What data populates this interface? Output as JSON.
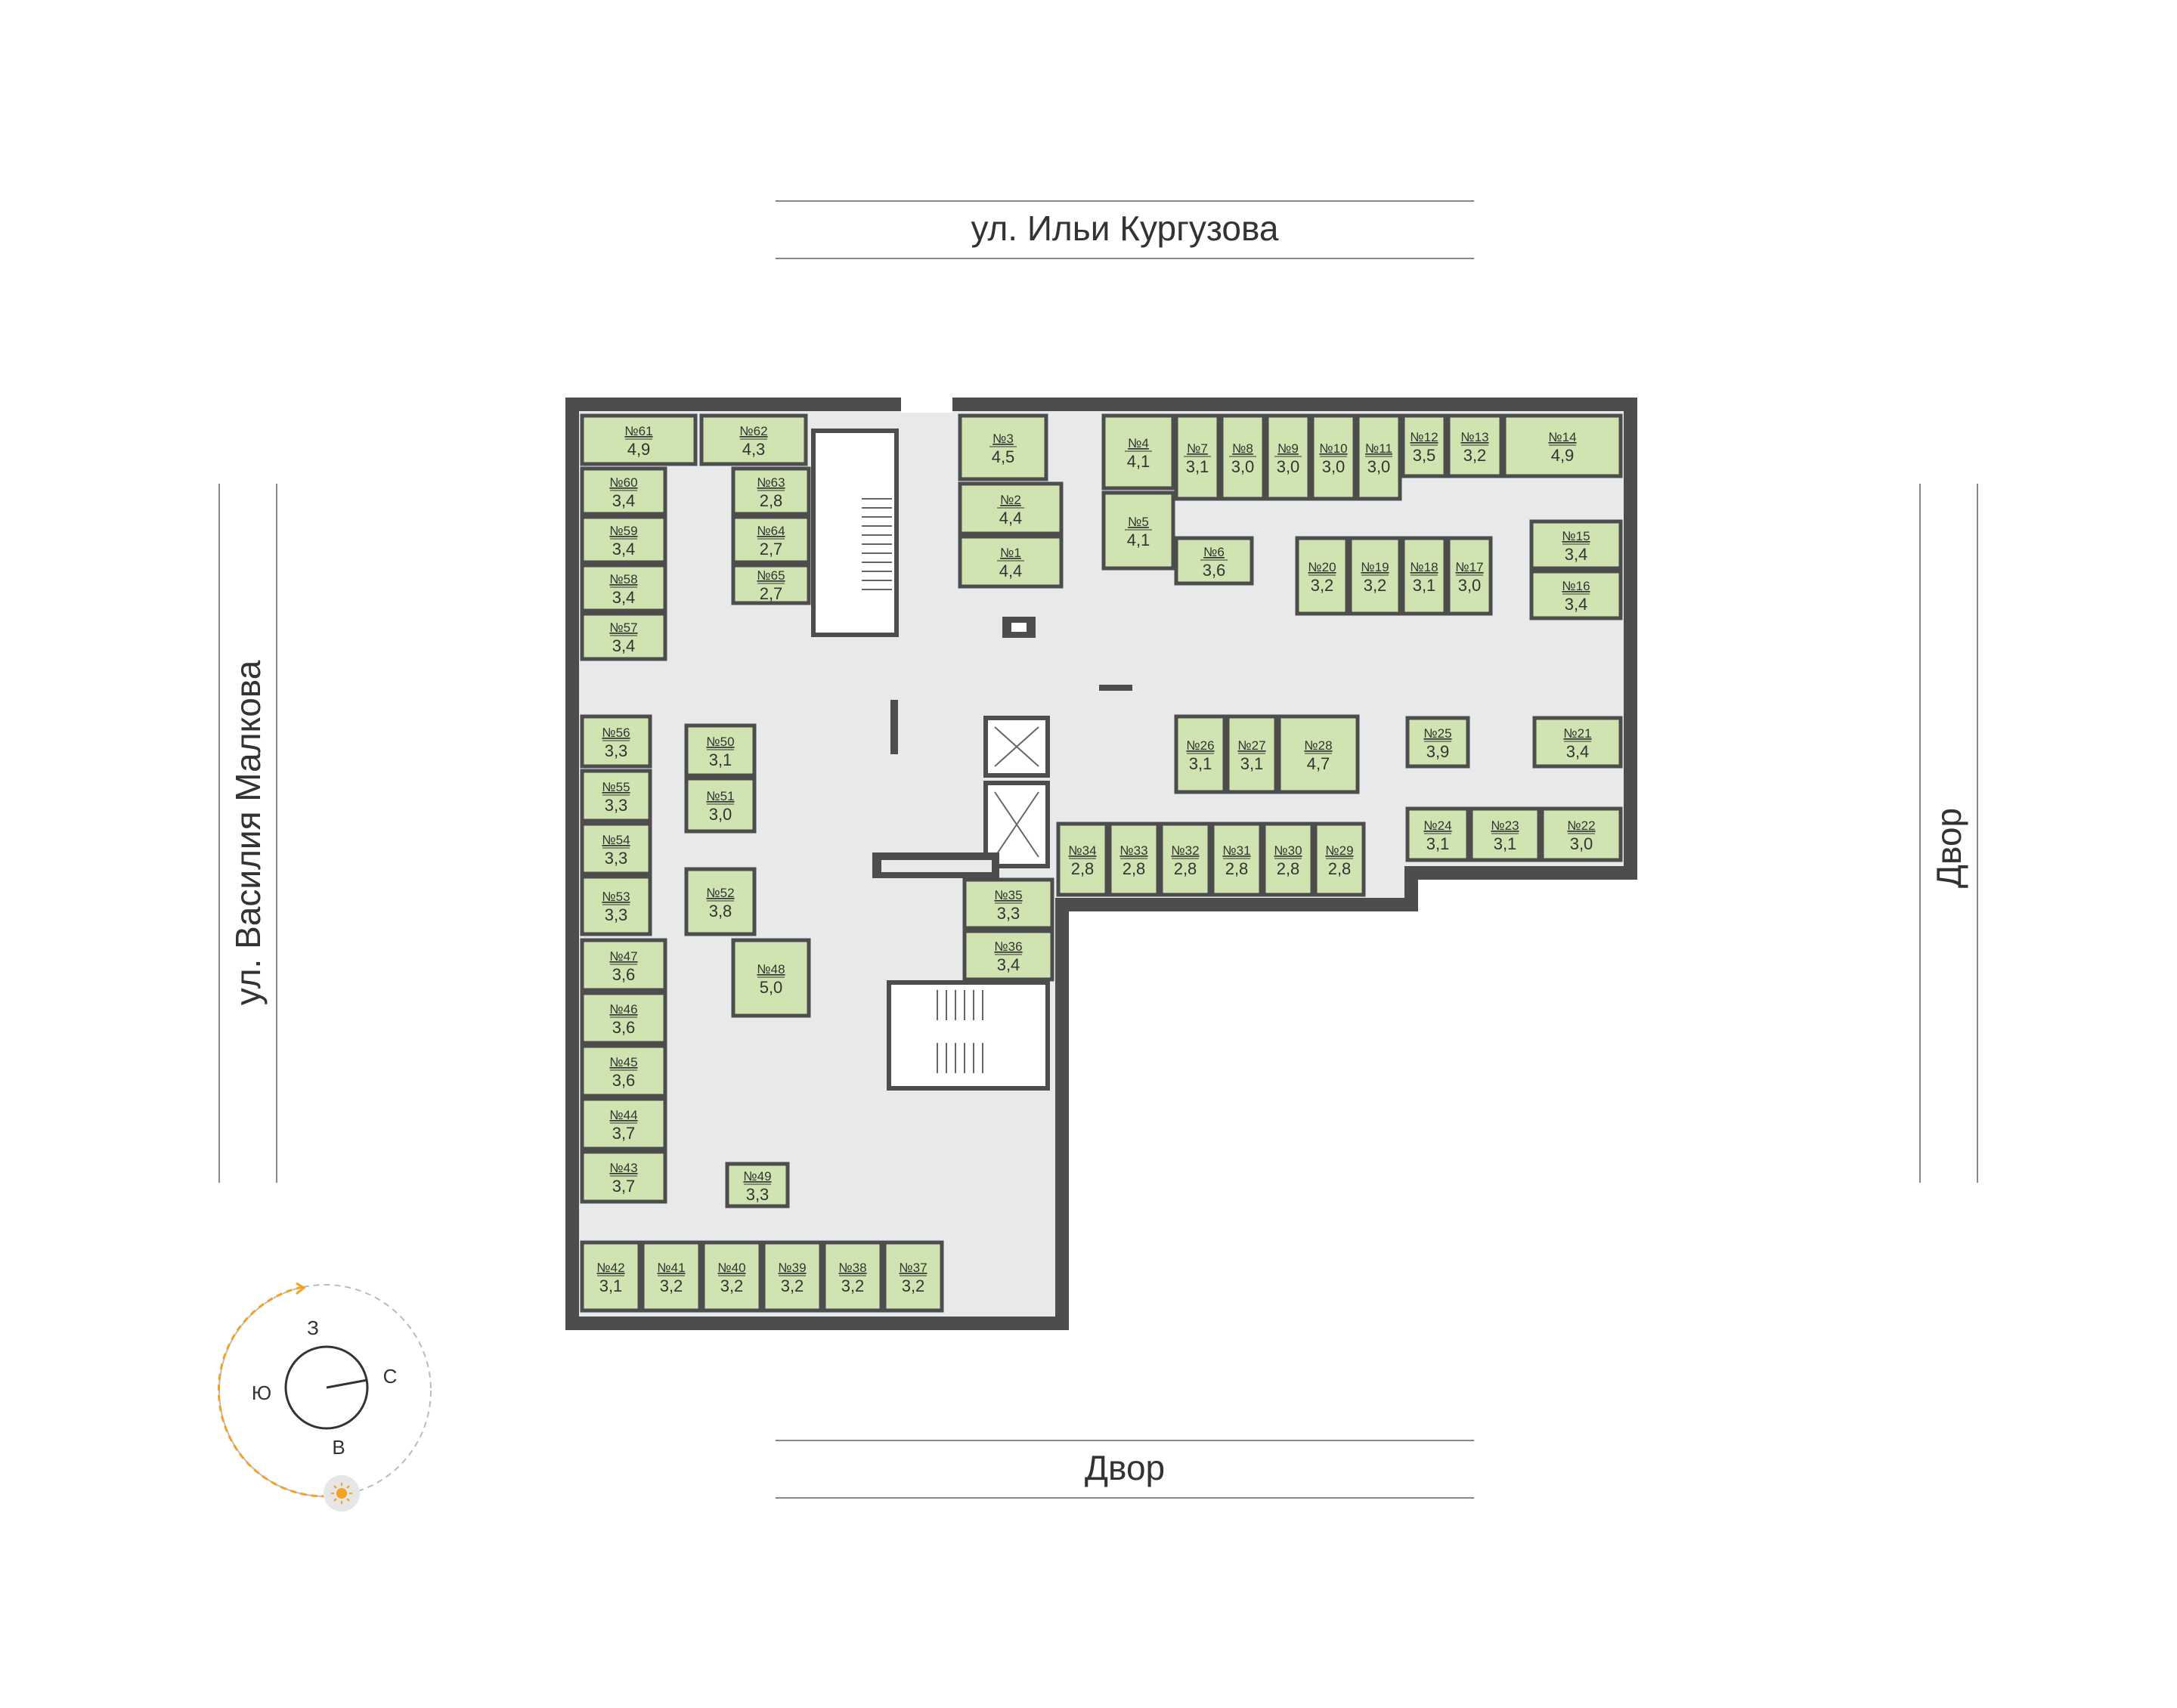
{
  "streets": {
    "top": "ул. Ильи Кургузова",
    "left": "ул. Василия Малкова",
    "right": "Двор",
    "bottom": "Двор"
  },
  "compass": {
    "west": "З",
    "east": "В",
    "south": "Ю",
    "north": "С",
    "sun": "sun-icon"
  },
  "colors": {
    "cell": "#cfe4b1",
    "cellStroke": "#4d4d4d",
    "wall": "#4d4d4d",
    "floor": "#e8e9ea",
    "accent": "#f4a023"
  },
  "cells": [
    {
      "n": "№61",
      "a": "4,9"
    },
    {
      "n": "№62",
      "a": "4,3"
    },
    {
      "n": "№60",
      "a": "3,4"
    },
    {
      "n": "№59",
      "a": "3,4"
    },
    {
      "n": "№58",
      "a": "3,4"
    },
    {
      "n": "№57",
      "a": "3,4"
    },
    {
      "n": "№63",
      "a": "2,8"
    },
    {
      "n": "№64",
      "a": "2,7"
    },
    {
      "n": "№65",
      "a": "2,7"
    },
    {
      "n": "№3",
      "a": "4,5"
    },
    {
      "n": "№2",
      "a": "4,4"
    },
    {
      "n": "№1",
      "a": "4,4"
    },
    {
      "n": "№4",
      "a": "4,1"
    },
    {
      "n": "№5",
      "a": "4,1"
    },
    {
      "n": "№7",
      "a": "3,1"
    },
    {
      "n": "№8",
      "a": "3,0"
    },
    {
      "n": "№9",
      "a": "3,0"
    },
    {
      "n": "№10",
      "a": "3,0"
    },
    {
      "n": "№11",
      "a": "3,0"
    },
    {
      "n": "№12",
      "a": "3,5"
    },
    {
      "n": "№13",
      "a": "3,2"
    },
    {
      "n": "№14",
      "a": "4,9"
    },
    {
      "n": "№6",
      "a": "3,6"
    },
    {
      "n": "№20",
      "a": "3,2"
    },
    {
      "n": "№19",
      "a": "3,2"
    },
    {
      "n": "№18",
      "a": "3,1"
    },
    {
      "n": "№17",
      "a": "3,0"
    },
    {
      "n": "№15",
      "a": "3,4"
    },
    {
      "n": "№16",
      "a": "3,4"
    },
    {
      "n": "№26",
      "a": "3,1"
    },
    {
      "n": "№27",
      "a": "3,1"
    },
    {
      "n": "№28",
      "a": "4,7"
    },
    {
      "n": "№25",
      "a": "3,9"
    },
    {
      "n": "№21",
      "a": "3,4"
    },
    {
      "n": "№24",
      "a": "3,1"
    },
    {
      "n": "№23",
      "a": "3,1"
    },
    {
      "n": "№22",
      "a": "3,0"
    },
    {
      "n": "№34",
      "a": "2,8"
    },
    {
      "n": "№33",
      "a": "2,8"
    },
    {
      "n": "№32",
      "a": "2,8"
    },
    {
      "n": "№31",
      "a": "2,8"
    },
    {
      "n": "№30",
      "a": "2,8"
    },
    {
      "n": "№29",
      "a": "2,8"
    },
    {
      "n": "№35",
      "a": "3,3"
    },
    {
      "n": "№36",
      "a": "3,4"
    },
    {
      "n": "№56",
      "a": "3,3"
    },
    {
      "n": "№55",
      "a": "3,3"
    },
    {
      "n": "№54",
      "a": "3,3"
    },
    {
      "n": "№53",
      "a": "3,3"
    },
    {
      "n": "№50",
      "a": "3,1"
    },
    {
      "n": "№51",
      "a": "3,0"
    },
    {
      "n": "№52",
      "a": "3,8"
    },
    {
      "n": "№47",
      "a": "3,6"
    },
    {
      "n": "№46",
      "a": "3,6"
    },
    {
      "n": "№45",
      "a": "3,6"
    },
    {
      "n": "№44",
      "a": "3,7"
    },
    {
      "n": "№43",
      "a": "3,7"
    },
    {
      "n": "№48",
      "a": "5,0"
    },
    {
      "n": "№49",
      "a": "3,3"
    },
    {
      "n": "№42",
      "a": "3,1"
    },
    {
      "n": "№41",
      "a": "3,2"
    },
    {
      "n": "№40",
      "a": "3,2"
    },
    {
      "n": "№39",
      "a": "3,2"
    },
    {
      "n": "№38",
      "a": "3,2"
    },
    {
      "n": "№37",
      "a": "3,2"
    }
  ]
}
